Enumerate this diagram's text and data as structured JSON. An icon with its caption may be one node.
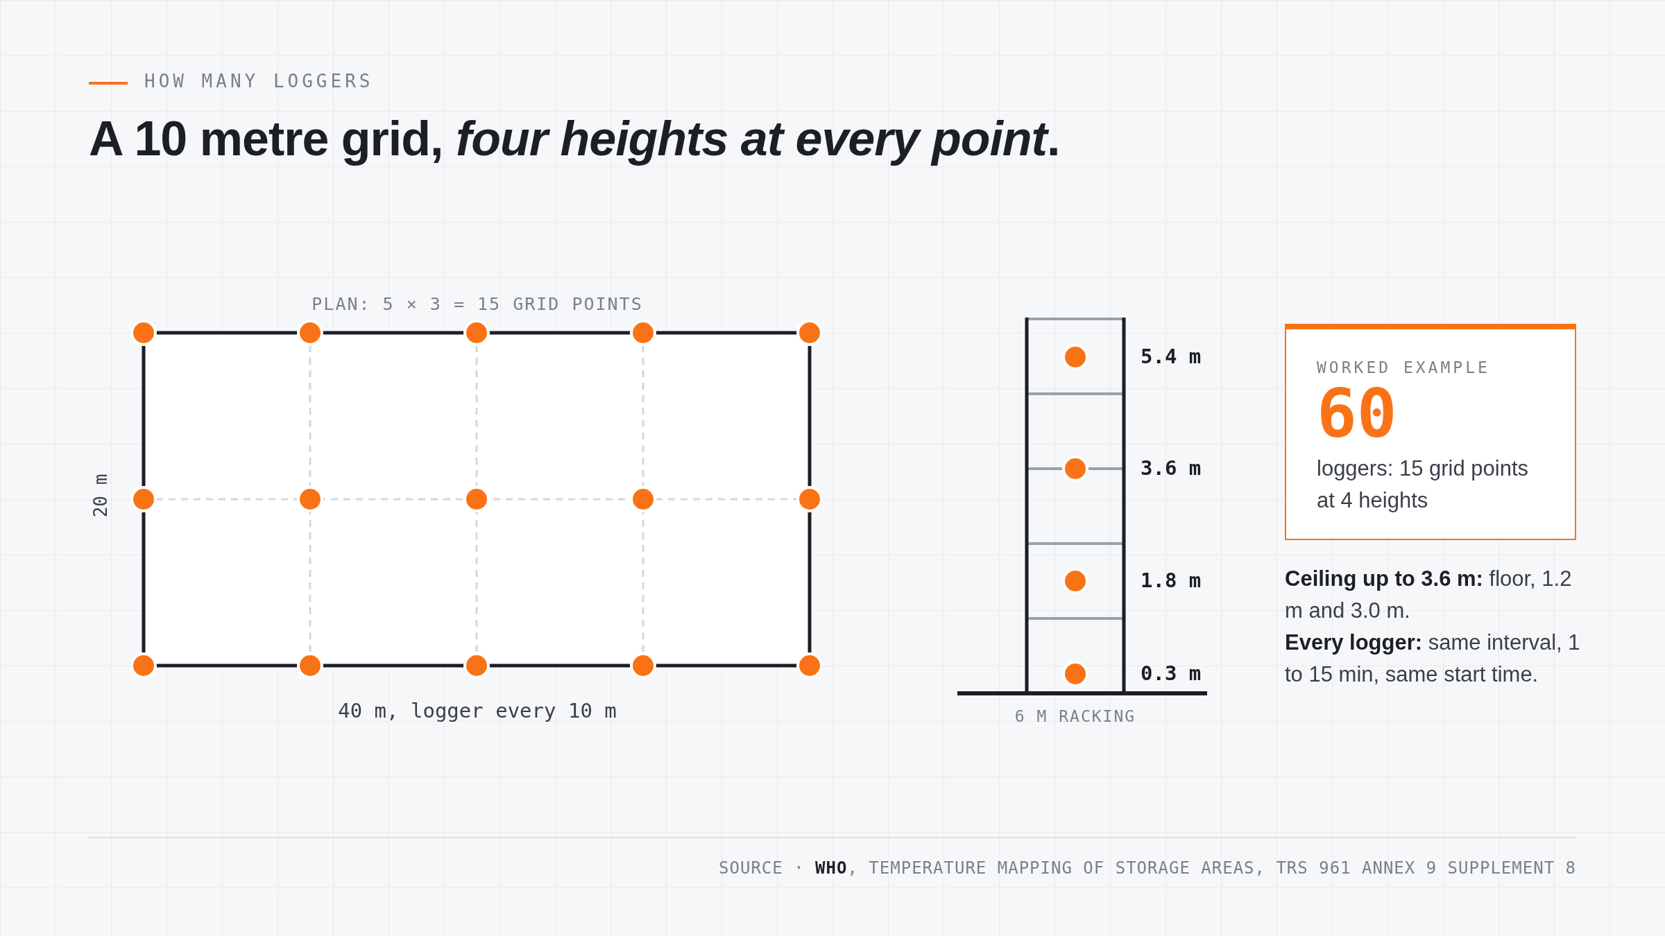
{
  "diagram": {
    "title": "A 10 metre grid, *four heights at every point*.",
    "nodes": [
      {
        "text": [
          "WORKED EXAMPLE",
          "60",
          "loggers: 15 grid points at 4 heights"
        ]
      }
    ],
    "labels": [
      "HOW MANY LOGGERS",
      "PLAN: 5 × 3 = 15 GRID POINTS",
      "20 m",
      "40 m, logger every 10 m",
      "5.4 m",
      "3.6 m",
      "1.8 m",
      "0.3 m",
      "6 M RACKING",
      "**Ceiling up to 3.6 m:** floor, 1.2 m and 3.0 m.",
      "**Every logger:** same interval, 1 to 15 min, same start time.",
      "SOURCE · **WHO**, TEMPERATURE MAPPING OF STORAGE AREAS, TRS 961 ANNEX 9 SUPPLEMENT 8"
    ]
  }
}
